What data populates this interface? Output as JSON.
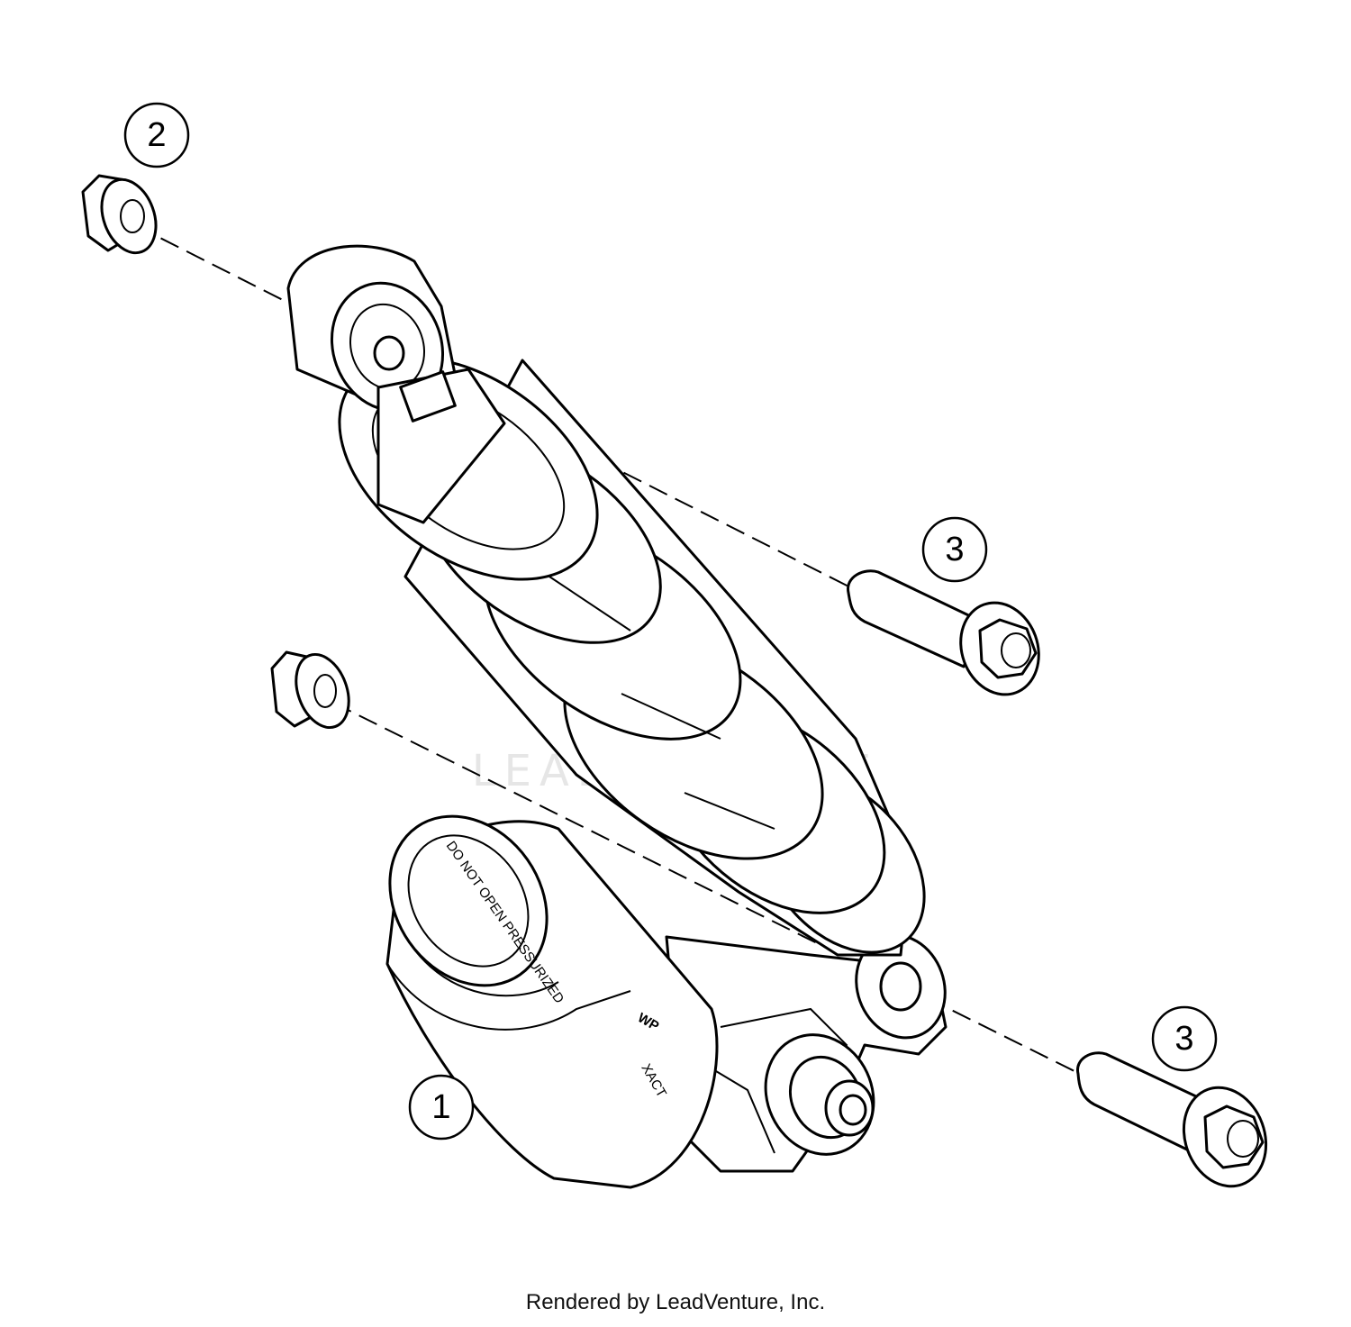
{
  "callouts": [
    {
      "id": "1",
      "label": "1"
    },
    {
      "id": "2",
      "label": "2"
    },
    {
      "id": "3a",
      "label": "3"
    },
    {
      "id": "3b",
      "label": "3"
    }
  ],
  "watermark": "LEADVENTURE",
  "reservoir_cap_text": "DO NOT OPEN PRESSURIZED",
  "body_brand": "WP",
  "body_model": "XACT",
  "footer": "Rendered by LeadVenture, Inc."
}
